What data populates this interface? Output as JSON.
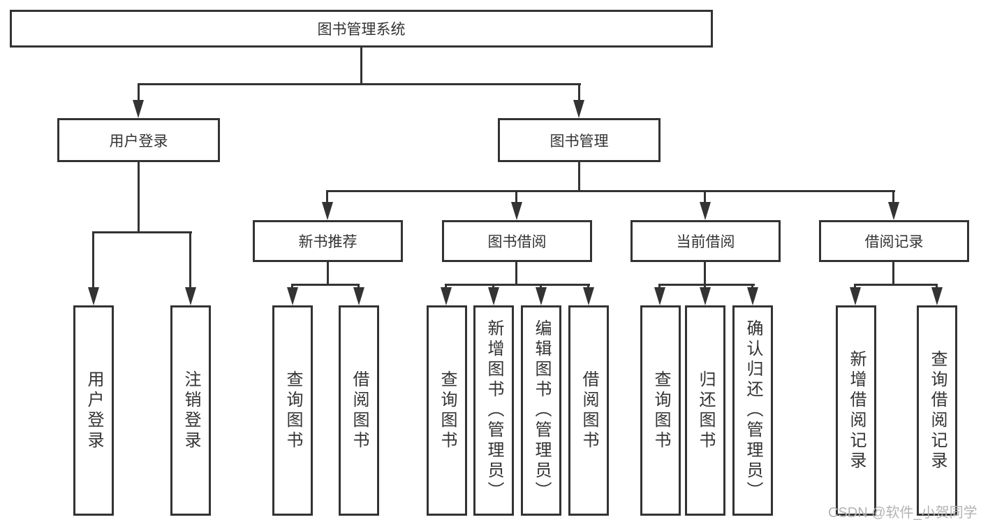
{
  "tree": {
    "root": "图书管理系统",
    "branches": [
      {
        "label": "用户登录",
        "children": [
          "用户登录",
          "注销登录"
        ]
      },
      {
        "label": "图书管理",
        "sections": [
          {
            "label": "新书推荐",
            "children": [
              "查询图书",
              "借阅图书"
            ]
          },
          {
            "label": "图书借阅",
            "children": [
              "查询图书",
              "新增图书（管理员）",
              "编辑图书（管理员）",
              "借阅图书"
            ]
          },
          {
            "label": "当前借阅",
            "children": [
              "查询图书",
              "归还图书",
              "确认归还（管理员）"
            ]
          },
          {
            "label": "借阅记录",
            "children": [
              "新增借阅记录",
              "查询借阅记录"
            ]
          }
        ]
      }
    ]
  },
  "watermark": {
    "text": "CSDN @软件_小贺同学"
  },
  "colors": {
    "line": "#333333",
    "box_background": "#ffffff",
    "text": "#333333",
    "watermark": "#b3b3b3"
  }
}
